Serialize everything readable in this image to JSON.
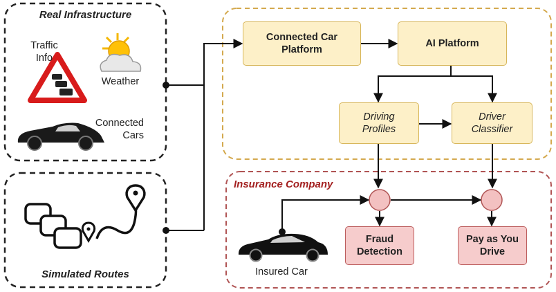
{
  "colors": {
    "line": "#111111",
    "platform_border": "#d4a94e",
    "insurance_border": "#b05454",
    "insurance_title": "#a32020",
    "yellow_fill": "#fdf0c8",
    "red_fill": "#f6cccc",
    "junction_fill": "#f3c1c1"
  },
  "groups": {
    "real_infrastructure": {
      "title": "Real Infrastructure",
      "traffic_label": "Traffic\nInfo",
      "weather_label": "Weather",
      "connected_label": "Connected\nCars"
    },
    "simulated_routes": {
      "title": "Simulated Routes"
    },
    "insurance": {
      "title": "Insurance Company",
      "insured_label": "Insured Car"
    }
  },
  "nodes": {
    "connected_car_platform": "Connected Car\nPlatform",
    "ai_platform": "AI Platform",
    "driving_profiles": "Driving\nProfiles",
    "driver_classifier": "Driver\nClassifier",
    "fraud_detection": "Fraud\nDetection",
    "pay_as_you_drive": "Pay as You\nDrive"
  },
  "icons": [
    "traffic-warning-sign-icon",
    "weather-sun-cloud-icon",
    "sports-car-icon",
    "traffic-jam-icon",
    "route-pin-icon",
    "sedan-car-icon"
  ]
}
